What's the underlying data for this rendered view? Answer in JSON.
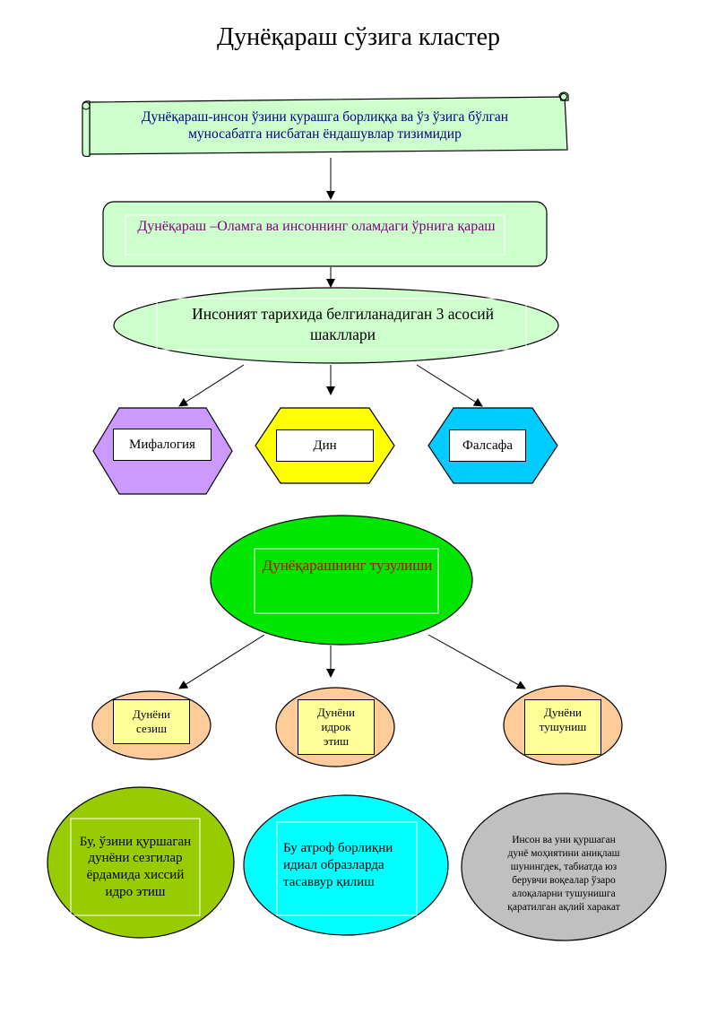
{
  "title": "Дунёқараш сўзига кластер",
  "definition": "Дунёқараш-инсон ўзини курашга борлиққа ва ўз ўзига бўлган муносабатга нисбатан ёндашувлар тизимидир",
  "meaning": "Дунёқараш –Оламга ва инсоннинг оламдаги ўрнига қараш",
  "forms_heading": "Инсоният тарихида белгиланадиган 3 асосий шакллари",
  "forms": [
    {
      "label": "Мифалогия",
      "color": "#cc99ff"
    },
    {
      "label": "Дин",
      "color": "#ffff00"
    },
    {
      "label": "Фалсафа",
      "color": "#00ccff"
    }
  ],
  "structure_heading": "Дунёқарашнинг тузулиши",
  "structure_items": [
    {
      "label": "Дунёни сезиш",
      "detail": "Бу, ўзини қуршаган дунёни сезгилар ёрдамида хиссий идро этиш",
      "detail_color": "#99cc00"
    },
    {
      "label": "Дунёни идрок этиш",
      "detail": "Бу атроф борлиқни идиал образларда тасаввур қилиш",
      "detail_color": "#00ffff"
    },
    {
      "label": "Дунёни тушуниш",
      "detail": "Инсон ва уни қуршаган дунё моҳиятини аниқлаш шунингдек, табиатда юз берувчи воқеалар ўзаро алоқаларни тушунишга қаратилган ақлий харакат",
      "detail_color": "#c0c0c0"
    }
  ],
  "colors": {
    "light_green": "#ccffcc",
    "green": "#00e600",
    "peach": "#ffcc99",
    "yellow_box": "#ffff99",
    "navy_text": "#000080",
    "purple_text": "#800080",
    "red_text": "#cc0000"
  }
}
